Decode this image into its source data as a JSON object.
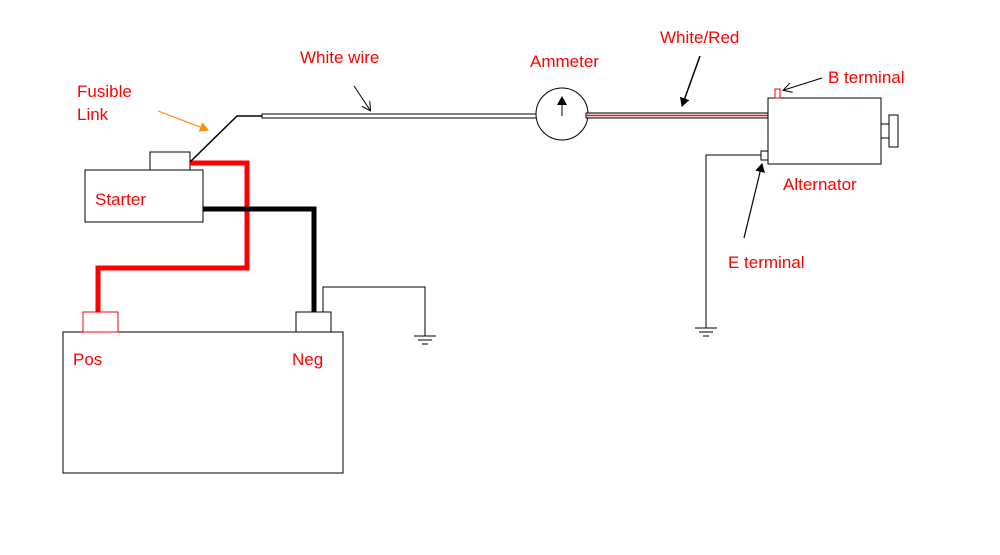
{
  "labels": {
    "fusible_link": [
      "Fusible",
      "Link"
    ],
    "white_wire": "White wire",
    "ammeter": "Ammeter",
    "white_red": "White/Red",
    "b_terminal": "B terminal",
    "starter": "Starter",
    "alternator": "Alternator",
    "e_terminal": "E terminal",
    "pos": "Pos",
    "neg": "Neg"
  },
  "colors": {
    "label": "#ff0000",
    "positive_wire": "#ff0000",
    "negative_wire": "#000000",
    "pointer_arrow": "#ff8c00",
    "outline": "#000000"
  }
}
